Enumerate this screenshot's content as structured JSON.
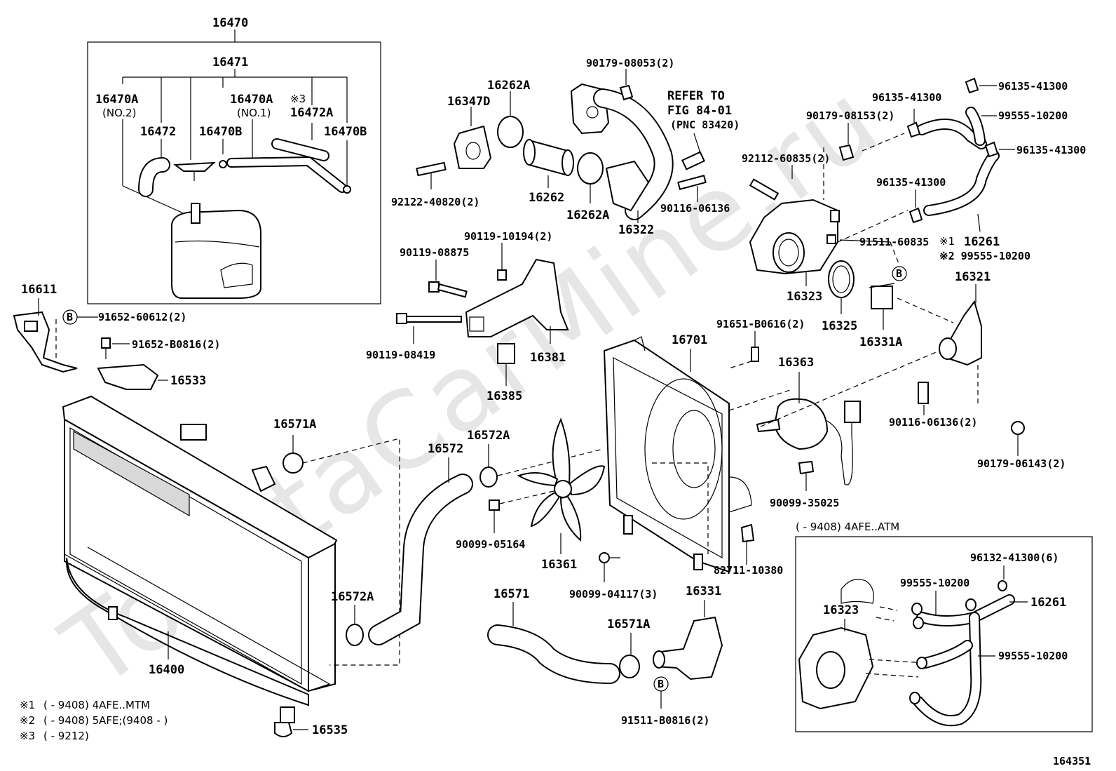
{
  "watermark": "ToyotaCarMine.ru",
  "refer_note": {
    "line1": "REFER TO",
    "line2": "FIG 84-01",
    "line3": "(PNC 83420)"
  },
  "footnotes": [
    {
      "mark": "※1",
      "text": "(        - 9408) 4AFE..MTM"
    },
    {
      "mark": "※2",
      "text": "(        - 9408) 5AFE;(9408 -        )"
    },
    {
      "mark": "※3",
      "text": "(        - 9212)"
    }
  ],
  "inset_title": "(        - 9408) 4AFE..ATM",
  "figure_number": "164351",
  "callout_b": "B",
  "labels": {
    "p16470": "16470",
    "p16471": "16471",
    "p16470A_a": "16470A",
    "no2": "(NO.2)",
    "p16472": "16472",
    "p16470B_a": "16470B",
    "p16470A_b": "16470A",
    "no1": "(NO.1)",
    "mark3": "※3",
    "p16472A": "16472A",
    "p16470B_b": "16470B",
    "p16611": "16611",
    "p91652_60612": "91652-60612(2)",
    "p91652_B0816": "91652-B0816(2)",
    "p16533": "16533",
    "p16571A_a": "16571A",
    "p16400": "16400",
    "p16535": "16535",
    "p16572A_a": "16572A",
    "p16572": "16572",
    "p16572A_b": "16572A",
    "p90099_05164": "90099-05164",
    "p16361": "16361",
    "p16571": "16571",
    "p16571A_b": "16571A",
    "p91511_B0816": "91511-B0816(2)",
    "p16331": "16331",
    "p90099_04117": "90099-04117(3)",
    "p82711_10380": "82711-10380",
    "p16701": "16701",
    "p91651_B0616": "91651-B0616(2)",
    "p16363": "16363",
    "p90099_35025": "90099-35025",
    "p90116_06136_b": "90116-06136(2)",
    "p90179_06143": "90179-06143(2)",
    "p16321": "16321",
    "p16331A": "16331A",
    "p16325": "16325",
    "p16323": "16323",
    "p91511_60835": "91511-60835",
    "mark1": "※1",
    "p16261": "16261",
    "mark2_99555": "※2 99555-10200",
    "p96135_41300_a": "96135-41300",
    "p96135_41300_b": "96135-41300",
    "p99555_10200": "99555-10200",
    "p96135_41300_c": "96135-41300",
    "p96135_41300_d": "96135-41300",
    "p90179_08153": "90179-08153(2)",
    "p92112_60835": "92112-60835(2)",
    "p90116_06136": "90116-06136",
    "p90179_08053": "90179-08053(2)",
    "p16262A_a": "16262A",
    "p16347D": "16347D",
    "p92122_40820": "92122-40820(2)",
    "p16262": "16262",
    "p16262A_b": "16262A",
    "p16322": "16322",
    "p90119_10194": "90119-10194(2)",
    "p90119_08875": "90119-08875",
    "p90119_08419": "90119-08419",
    "p16381": "16381",
    "p16385": "16385",
    "inset_96132": "96132-41300(6)",
    "inset_99555_a": "99555-10200",
    "inset_16323": "16323",
    "inset_16261": "16261",
    "inset_99555_b": "99555-10200"
  }
}
